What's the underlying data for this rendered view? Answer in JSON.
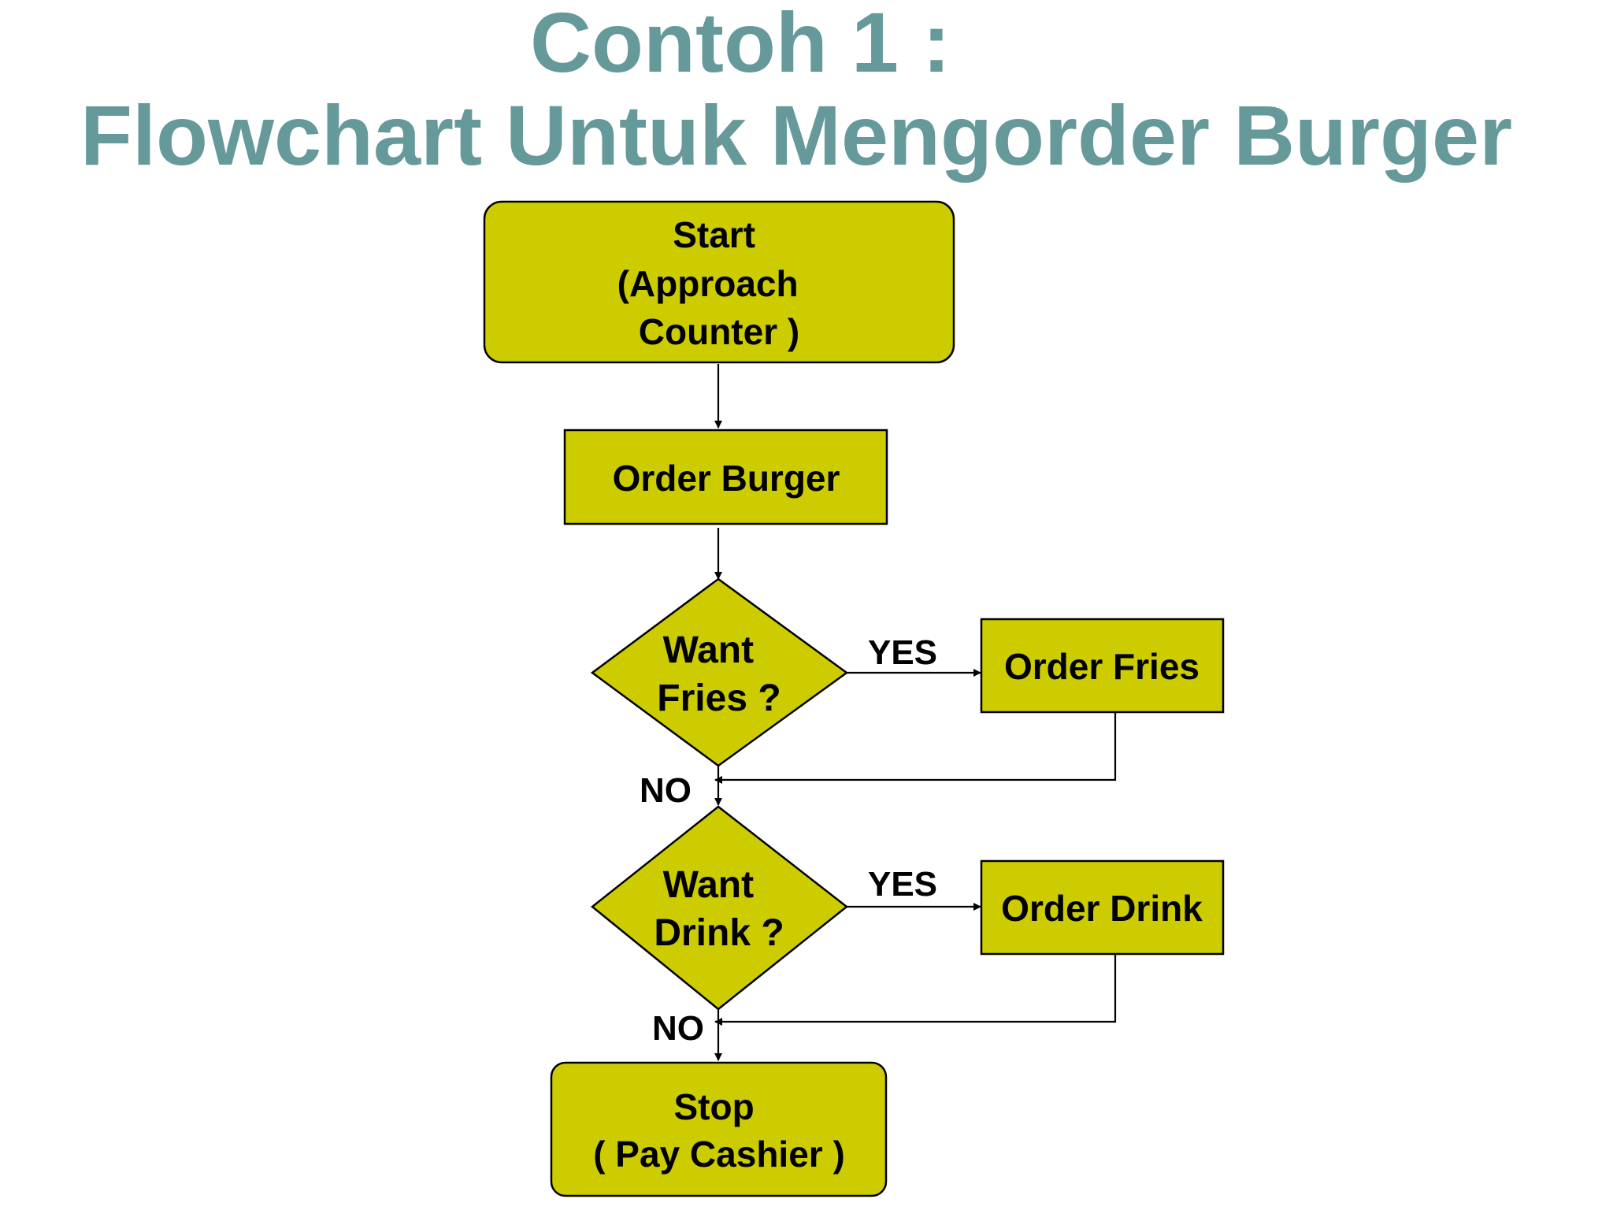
{
  "title": {
    "line1": "Contoh 1 :",
    "line2": "Flowchart Untuk Mengorder Burger"
  },
  "colors": {
    "title": "#669999",
    "node_fill": "#cccc00",
    "stroke": "#000000",
    "background": "#ffffff"
  },
  "nodes": {
    "start": {
      "lines": [
        "Start",
        "(Approach",
        "Counter )"
      ]
    },
    "order_burger": {
      "lines": [
        "Order Burger"
      ]
    },
    "want_fries": {
      "lines": [
        "Want",
        "Fries ?"
      ]
    },
    "order_fries": {
      "lines": [
        "Order Fries"
      ]
    },
    "want_drink": {
      "lines": [
        "Want",
        "Drink ?"
      ]
    },
    "order_drink": {
      "lines": [
        "Order Drink"
      ]
    },
    "stop": {
      "lines": [
        "Stop",
        "( Pay Cashier )"
      ]
    }
  },
  "edge_labels": {
    "fries_yes": "YES",
    "fries_no": "NO",
    "drink_yes": "YES",
    "drink_no": "NO"
  }
}
